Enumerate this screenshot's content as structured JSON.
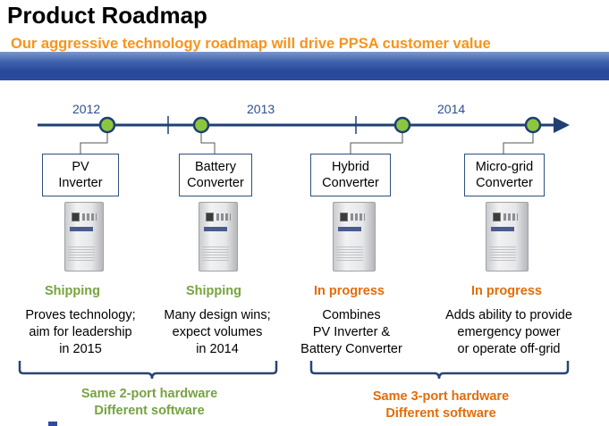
{
  "title": "Product Roadmap",
  "subtitle": "Our aggressive technology roadmap will drive PPSA customer value",
  "colors": {
    "title": "#000000",
    "subtitle": "#f7941d",
    "banner": "#2c4d9e",
    "timeline": "#1f3f73",
    "milestone_fill": "#8cc63f",
    "status_shipping": "#76a340",
    "status_in_progress": "#e36c0a"
  },
  "timeline": {
    "years": [
      "2012",
      "2013",
      "2014"
    ]
  },
  "products": [
    {
      "name": "PV\nInverter",
      "image_icon": "inverter-cabinet-icon",
      "status": "Shipping",
      "status_color": "green",
      "description": "Proves technology;\naim for leadership\nin 2015"
    },
    {
      "name": "Battery\nConverter",
      "image_icon": "inverter-cabinet-icon",
      "status": "Shipping",
      "status_color": "green",
      "description": "Many design wins;\nexpect volumes\nin 2014"
    },
    {
      "name": "Hybrid\nConverter",
      "image_icon": "inverter-cabinet-icon",
      "status": "In progress",
      "status_color": "orange",
      "description": "Combines\nPV Inverter &\nBattery Converter"
    },
    {
      "name": "Micro-grid\nConverter",
      "image_icon": "inverter-cabinet-icon",
      "status": "In progress",
      "status_color": "orange",
      "description": "Adds ability to provide\nemergency power\nor operate off-grid"
    }
  ],
  "groups": [
    {
      "label": "Same 2-port hardware\nDifferent software",
      "color": "green"
    },
    {
      "label": "Same 3-port hardware\nDifferent software",
      "color": "orange"
    }
  ]
}
